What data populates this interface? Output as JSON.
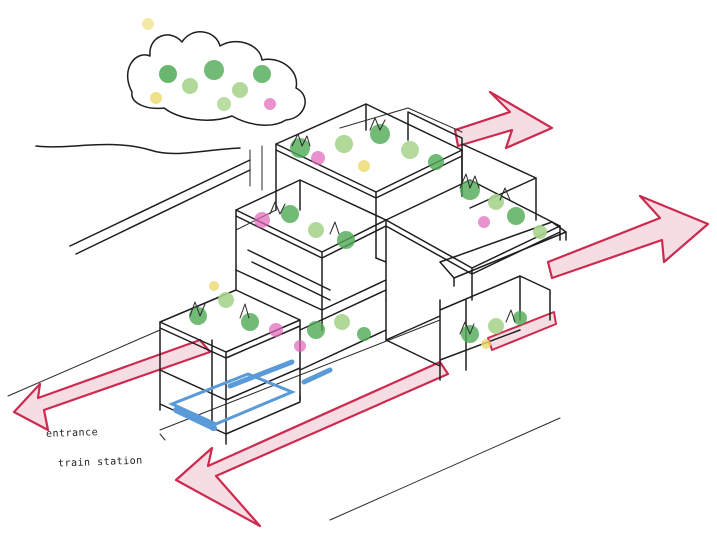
{
  "labels": {
    "entrance": "entrance",
    "train_station": "train station"
  },
  "colors": {
    "arrow": "#cc2a4e",
    "arrow_fill": "#f6dde3",
    "water": "#5a9ad8",
    "green": "#4faa55",
    "light_green": "#a7d48d",
    "pink": "#e064b8",
    "yellow": "#ecd96a",
    "ink": "#1e1e1e",
    "sky_fill": "#f3f3f3"
  },
  "icons": {
    "arrows": "flow-arrow",
    "plants": "shrub-cluster"
  }
}
